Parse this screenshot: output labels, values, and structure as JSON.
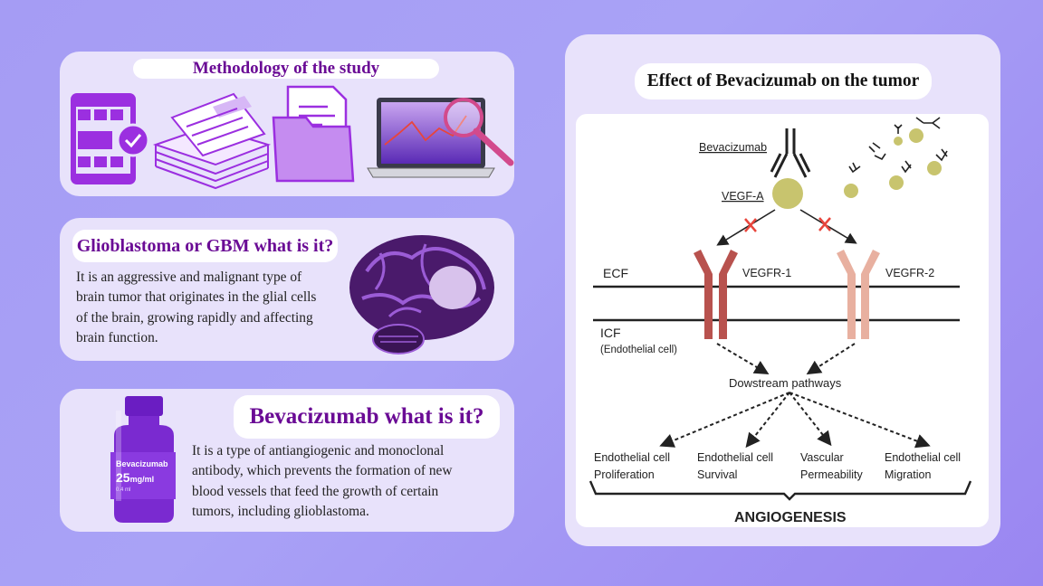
{
  "methodology": {
    "title": "Methodology of the study"
  },
  "gbm": {
    "title": "Glioblastoma or GBM what is it?",
    "lines": [
      "It is an aggressive and malignant type of",
      "brain tumor that originates in the glial cells",
      "of the brain, growing rapidly and affecting",
      "brain function."
    ]
  },
  "bev": {
    "title": "Bevacizumab what is it?",
    "lines": [
      "It is a type of antiangiogenic and monoclonal",
      "antibody, which prevents the formation of new",
      "blood vessels that feed the growth of certain",
      "tumors, including glioblastoma."
    ],
    "bottle_name": "Bevacizumab",
    "bottle_dose": "25",
    "bottle_unit": "mg/ml",
    "bottle_small": "0.4 ml"
  },
  "effect": {
    "title": "Effect of Bevacizumab on the tumor",
    "bevacizumab_label": "Bevacizumab",
    "vegfa_label": "VEGF-A",
    "ecf_label": "ECF",
    "icf_label": "ICF",
    "endothelial_label": "(Endothelial cell)",
    "vegfr1_label": "VEGFR-1",
    "vegfr2_label": "VEGFR-2",
    "downstream_label": "Dowstream pathways",
    "outcomes": [
      {
        "line1": "Endothelial cell",
        "line2": "Proliferation"
      },
      {
        "line1": "Endothelial cell",
        "line2": "Survival"
      },
      {
        "line1": "Vascular",
        "line2": "Permeability"
      },
      {
        "line1": "Endothelial cell",
        "line2": "Migration"
      }
    ],
    "angiogenesis_label": "ANGIOGENESIS"
  },
  "colors": {
    "title_purple": "#6a0b95",
    "icon_purple": "#9b2fe0",
    "vegf": "#c8c46e",
    "receptor1": "#b8524e",
    "receptor2": "#e8b0a0",
    "block_x": "#e8453c"
  }
}
